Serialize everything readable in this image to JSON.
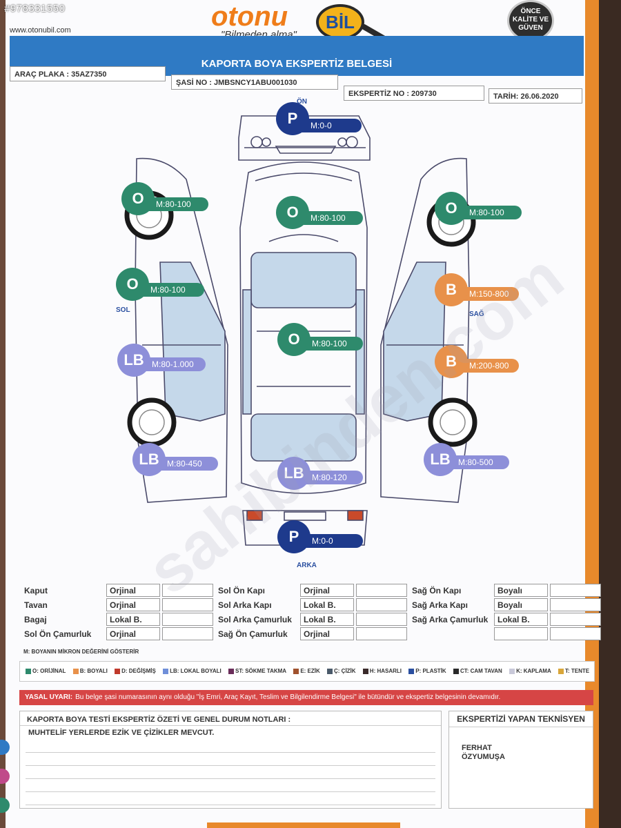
{
  "header": {
    "listing_number": "#978331550",
    "website": "www.otonubil.com",
    "brand": "otonu",
    "brand_bil": "BİL",
    "tagline": "\"Bilmeden alma\"",
    "seal_lines": [
      "ÖNCE",
      "KALİTE VE",
      "GÜVEN"
    ],
    "document_title": "KAPORTA BOYA EKSPERTİZ BELGESİ"
  },
  "info": {
    "plate": "ARAÇ PLAKA : 35AZ7350",
    "chassis": "ŞASİ NO :  JMBSNCY1ABU001030",
    "report_no": "EKSPERTİZ NO :  209730",
    "date": "TARİH: 26.06.2020"
  },
  "diagram": {
    "front_label": "ÖN",
    "rear_label": "ARKA",
    "left_label": "SOL",
    "right_label": "SAĞ",
    "markers": [
      {
        "code": "P",
        "value": "M:0-0",
        "color": "#1e3a8c"
      },
      {
        "code": "O",
        "value": "M:80-100",
        "color": "#2e8a6c"
      },
      {
        "code": "O",
        "value": "M:80-100",
        "color": "#2e8a6c"
      },
      {
        "code": "O",
        "value": "M:80-100",
        "color": "#2e8a6c"
      },
      {
        "code": "O",
        "value": "M:80-100",
        "color": "#2e8a6c"
      },
      {
        "code": "O",
        "value": "M:80-100",
        "color": "#2e8a6c"
      },
      {
        "code": "B",
        "value": "M:150-800",
        "color": "#e8914a"
      },
      {
        "code": "LB",
        "value": "M:80-1.000",
        "color": "#8d8fd9"
      },
      {
        "code": "B",
        "value": "M:200-800",
        "color": "#e8914a"
      },
      {
        "code": "LB",
        "value": "M:80-450",
        "color": "#8d8fd9"
      },
      {
        "code": "LB",
        "value": "M:80-120",
        "color": "#8d8fd9"
      },
      {
        "code": "LB",
        "value": "M:80-500",
        "color": "#8d8fd9"
      },
      {
        "code": "P",
        "value": "M:0-0",
        "color": "#1e3a8c"
      }
    ]
  },
  "parts": {
    "rows": [
      [
        {
          "name": "Kaput",
          "status": "Orjinal"
        },
        {
          "name": "Sol Ön Kapı",
          "status": "Orjinal"
        },
        {
          "name": "Sağ Ön Kapı",
          "status": "Boyalı"
        }
      ],
      [
        {
          "name": "Tavan",
          "status": "Orjinal"
        },
        {
          "name": "Sol Arka Kapı",
          "status": "Lokal B."
        },
        {
          "name": "Sağ Arka Kapı",
          "status": "Boyalı"
        }
      ],
      [
        {
          "name": "Bagaj",
          "status": "Lokal B."
        },
        {
          "name": "Sol Arka Çamurluk",
          "status": "Lokal B."
        },
        {
          "name": "Sağ Arka Çamurluk",
          "status": "Lokal B."
        }
      ],
      [
        {
          "name": "Sol Ön Çamurluk",
          "status": "Orjinal"
        },
        {
          "name": "Sağ Ön Çamurluk",
          "status": "Orjinal"
        },
        {
          "name": "",
          "status": ""
        }
      ]
    ]
  },
  "micron_note": "M: BOYANIN MİKRON DEĞERİNİ GÖSTERİR",
  "legend": [
    {
      "label": "O: ORİJİNAL",
      "color": "#2e8a6c"
    },
    {
      "label": "B: BOYALI",
      "color": "#e8914a"
    },
    {
      "label": "D: DEĞİŞMİŞ",
      "color": "#c0392b"
    },
    {
      "label": "LB: LOKAL BOYALI",
      "color": "#6f8fd9"
    },
    {
      "label": "ST: SÖKME TAKMA",
      "color": "#6a2d5a"
    },
    {
      "label": "E: EZİK",
      "color": "#a0522d"
    },
    {
      "label": "Ç: ÇİZİK",
      "color": "#4a5a6a"
    },
    {
      "label": "H: HASARLI",
      "color": "#3a2a2a"
    },
    {
      "label": "P: PLASTİK",
      "color": "#2a4fa0"
    },
    {
      "label": "CT: CAM TAVAN",
      "color": "#2a2a2a"
    },
    {
      "label": "K: KAPLAMA",
      "color": "#c9c9d9"
    },
    {
      "label": "T: TENTE",
      "color": "#d9a63a"
    }
  ],
  "warning": {
    "title": "YASAL UYARI:",
    "text": "Bu belge şasi numarasının aynı olduğu \"İş Emri, Araç Kayıt, Teslim ve Bilgilendirme Belgesi\" ile bütündür ve ekspertiz belgesinin devamıdır."
  },
  "notes": {
    "heading": "KAPORTA BOYA TESTİ EKSPERTİZ ÖZETİ VE GENEL DURUM NOTLARI :",
    "text": "MUHTELİF YERLERDE EZİK VE ÇİZİKLER MEVCUT."
  },
  "technician": {
    "heading": "EKSPERTİZİ YAPAN TEKNİSYEN",
    "first_name": "FERHAT",
    "last_name": "ÖZYUMUŞA"
  },
  "overlay_watermark": "sahibinden.com"
}
